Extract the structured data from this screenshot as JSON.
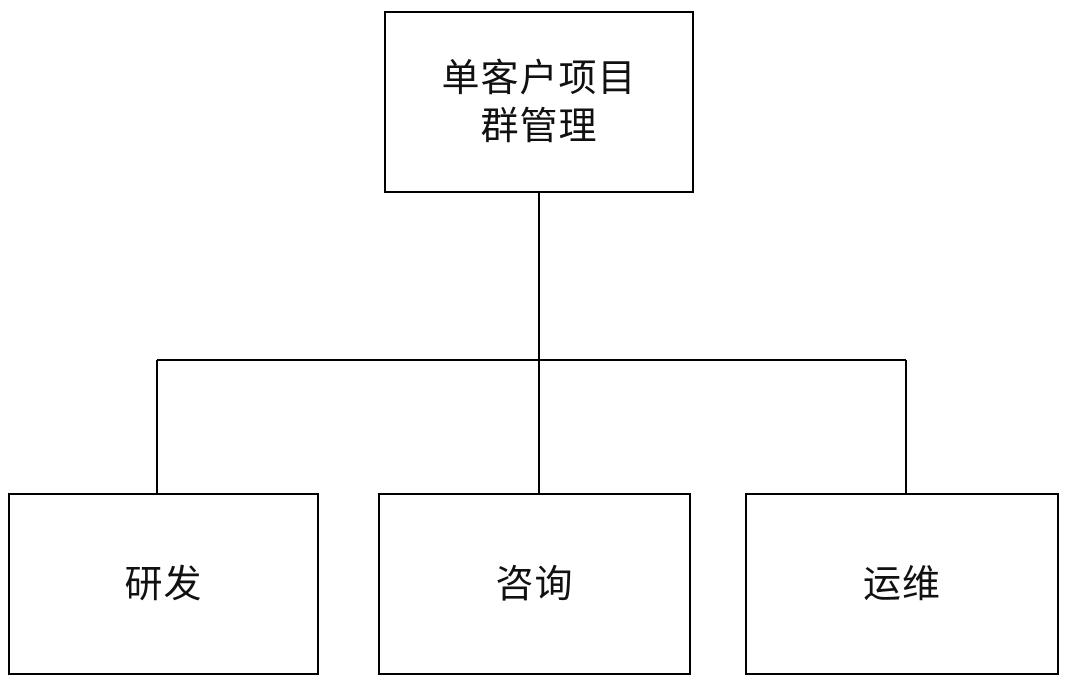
{
  "root": {
    "lines": [
      "单客户项目",
      "群管理"
    ]
  },
  "children": [
    {
      "label": "研发"
    },
    {
      "label": "咨询"
    },
    {
      "label": "运维"
    }
  ]
}
